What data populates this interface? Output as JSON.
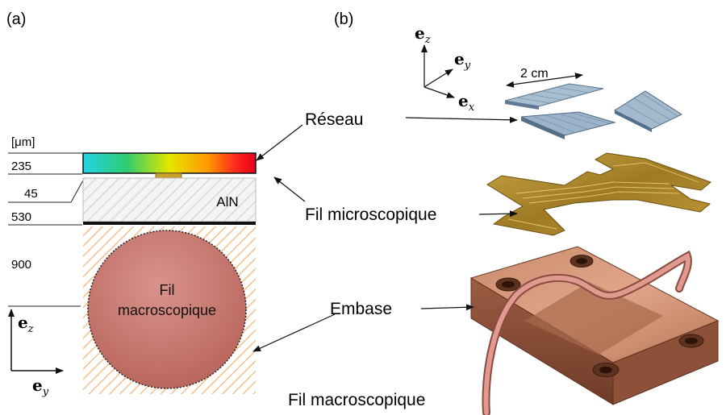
{
  "panel_a": {
    "label": "(a)",
    "unit": "[μm]",
    "thicknesses": [
      "235",
      "45",
      "530",
      "900"
    ],
    "layers": {
      "aln": "AlN",
      "macro_wire": [
        "Fil",
        "macroscopique"
      ]
    },
    "colorbar_colors": [
      "#22d3e6",
      "#2ecc71",
      "#e6e600",
      "#ff9900",
      "#ff2a1a",
      "#e6001a"
    ],
    "axes": {
      "ez": "e",
      "ez_sub": "z",
      "ey": "e",
      "ey_sub": "y"
    }
  },
  "panel_b": {
    "label": "(b)",
    "axes": {
      "ez": "e",
      "ez_sub": "z",
      "ey": "e",
      "ey_sub": "y",
      "ex": "e",
      "ex_sub": "x"
    },
    "scale": "2 cm",
    "labels": {
      "reseau": "Réseau",
      "fil_micro": "Fil microscopique",
      "embase": "Embase",
      "fil_macro": "Fil macroscopique"
    }
  },
  "colors": {
    "gold": "#b8922f",
    "copper": "#c8896a",
    "wire": "#d98c80",
    "grating": "#8ea8c0",
    "hatch": "#f5c08a",
    "circle": "#c4736a"
  }
}
